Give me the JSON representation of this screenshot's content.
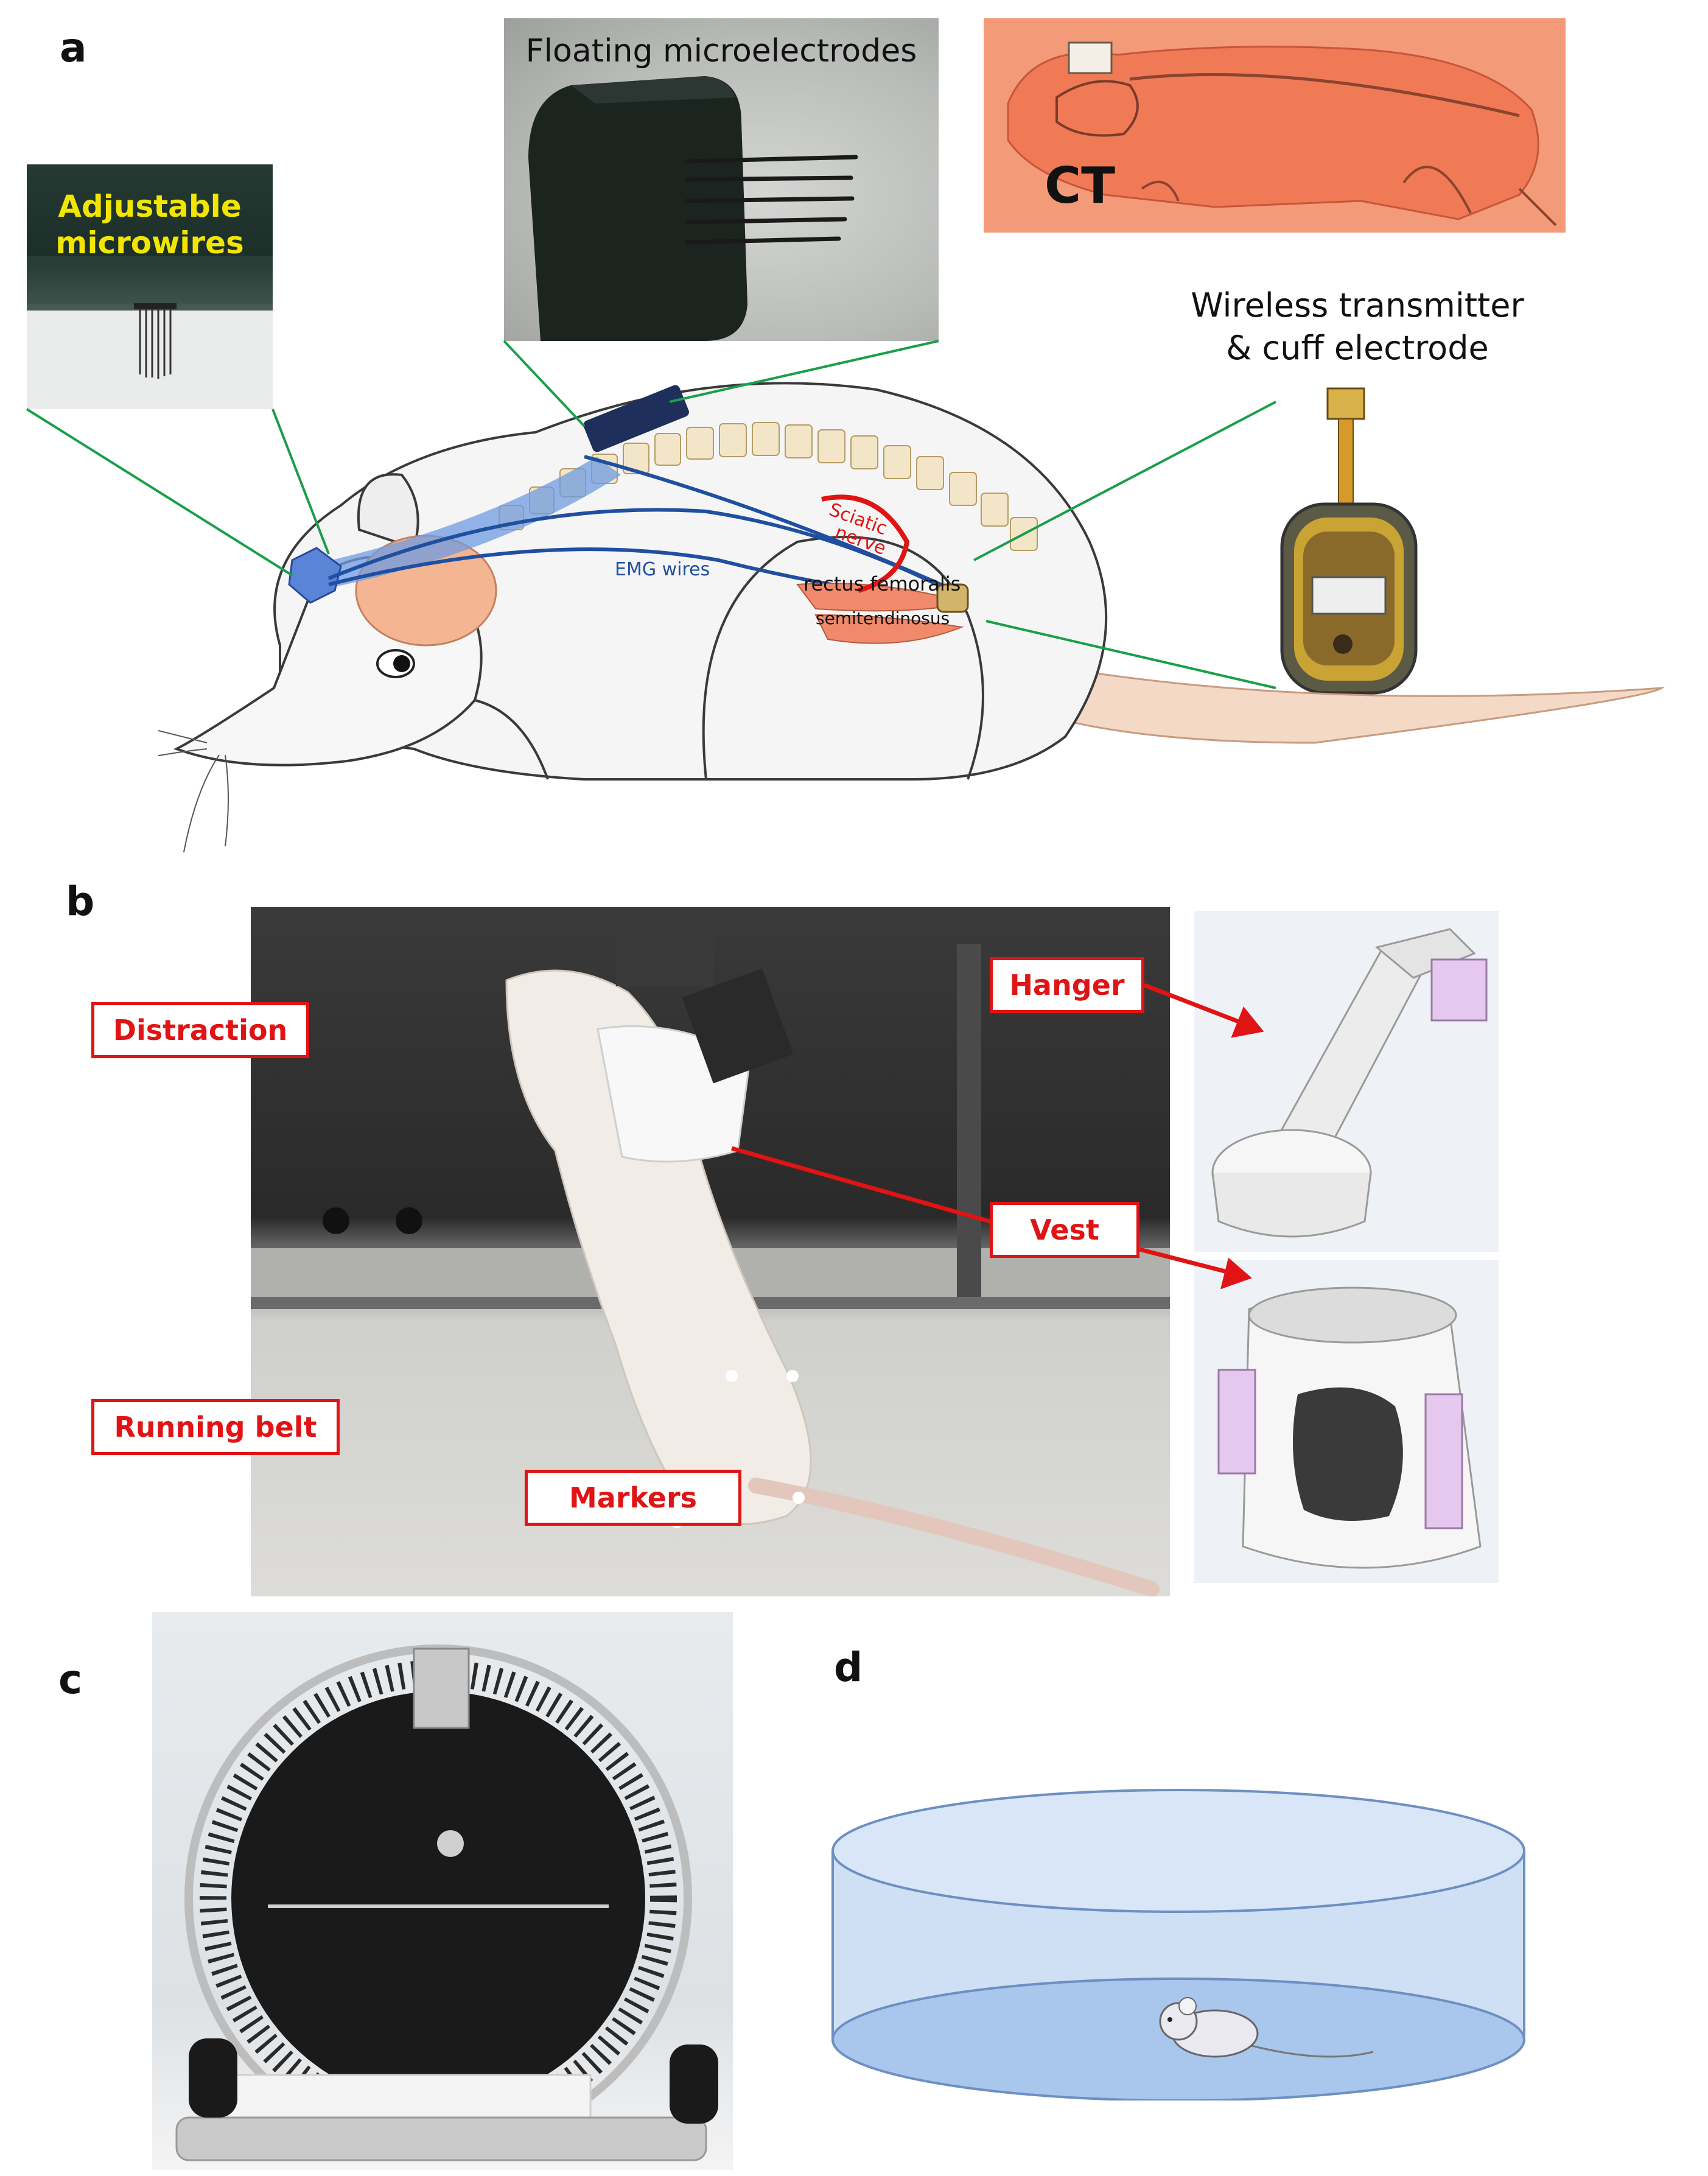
{
  "panels": {
    "a": "a",
    "b": "b",
    "c": "c",
    "d": "d"
  },
  "panel_a": {
    "adjustable_line1": "Adjustable",
    "adjustable_line2": "microwires",
    "floating": "Floating microelectrodes",
    "ct": "CT",
    "wireless_line1": "Wireless transmitter",
    "wireless_line2": "& cuff electrode",
    "emg": "EMG wires",
    "sciatic_line1": "Sciatic",
    "sciatic_line2": "nerve",
    "rectus": "rectus femoralis",
    "semitendinosus": "semitendinosus"
  },
  "panel_b": {
    "distraction": "Distraction",
    "running_belt": "Running belt",
    "markers": "Markers",
    "hanger": "Hanger",
    "vest": "Vest"
  },
  "colors": {
    "leader_green": "#1a9e4a",
    "label_red": "#e01414",
    "label_yellow": "#f2e600",
    "ct_orange": "#f07a55",
    "wire_blue": "#1f4fa0",
    "pool_blue": "#bcd2ef"
  }
}
